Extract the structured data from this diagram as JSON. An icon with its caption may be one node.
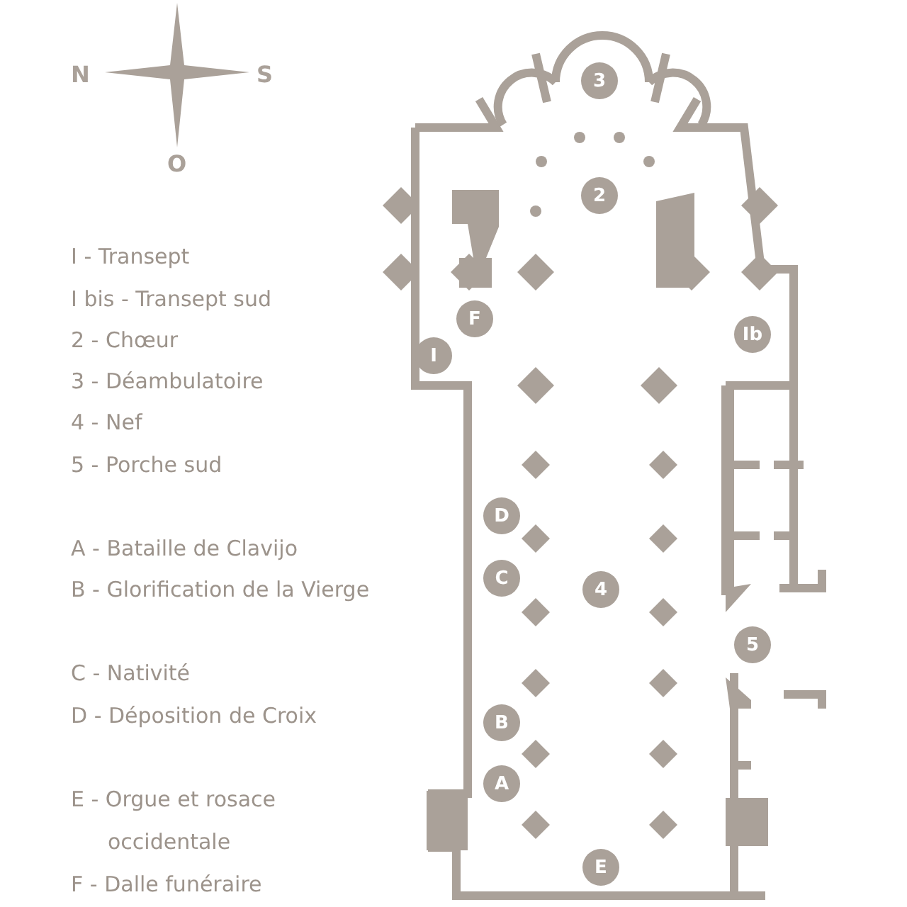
{
  "diagram": {
    "nodes": [
      {
        "text": [
          "3"
        ]
      },
      {
        "text": [
          "2"
        ]
      },
      {
        "text": [
          "F"
        ]
      },
      {
        "text": [
          "I"
        ]
      },
      {
        "text": [
          "Ib"
        ]
      },
      {
        "text": [
          "D"
        ]
      },
      {
        "text": [
          "C"
        ]
      },
      {
        "text": [
          "4"
        ]
      },
      {
        "text": [
          "5"
        ]
      },
      {
        "text": [
          "B"
        ]
      },
      {
        "text": [
          "A"
        ]
      },
      {
        "text": [
          "E"
        ]
      }
    ],
    "labels": [
      "N",
      "S",
      "O",
      "I - Transept",
      "I bis - Transept sud",
      "2 - Chœur",
      "3 - Déambulatoire",
      "4 - Nef",
      "5 - Porche sud",
      "A - Bataille de Clavijo",
      "B - Glorification de la Vierge",
      "C - Nativité",
      "D - Déposition de Croix",
      "E - Orgue et rosace occidentale",
      "F - Dalle funéraire"
    ]
  }
}
